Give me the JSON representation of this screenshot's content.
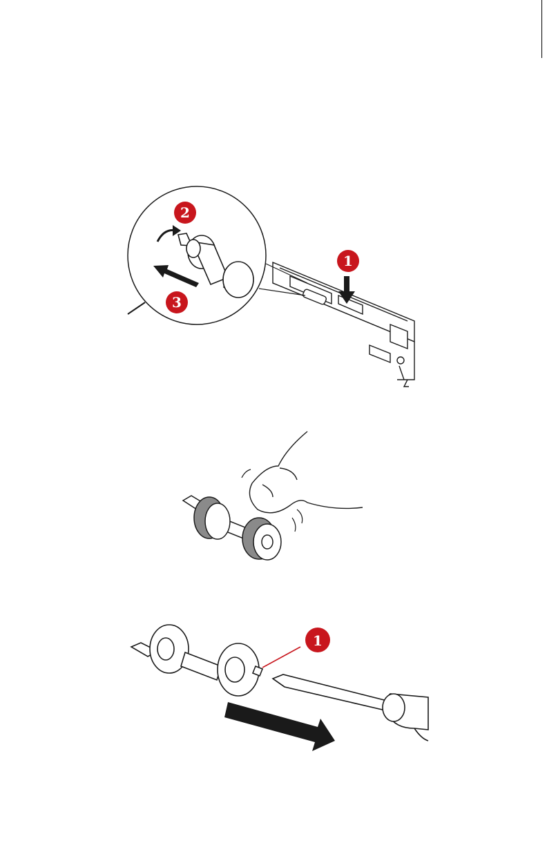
{
  "figures": [
    {
      "callouts": [
        "1",
        "2",
        "3"
      ]
    },
    {
      "callouts": []
    },
    {
      "callouts": [
        "1"
      ]
    }
  ],
  "colors": {
    "callout": "#c8161d",
    "ink": "#1a1a1a",
    "roller": "#8a8a8a"
  }
}
